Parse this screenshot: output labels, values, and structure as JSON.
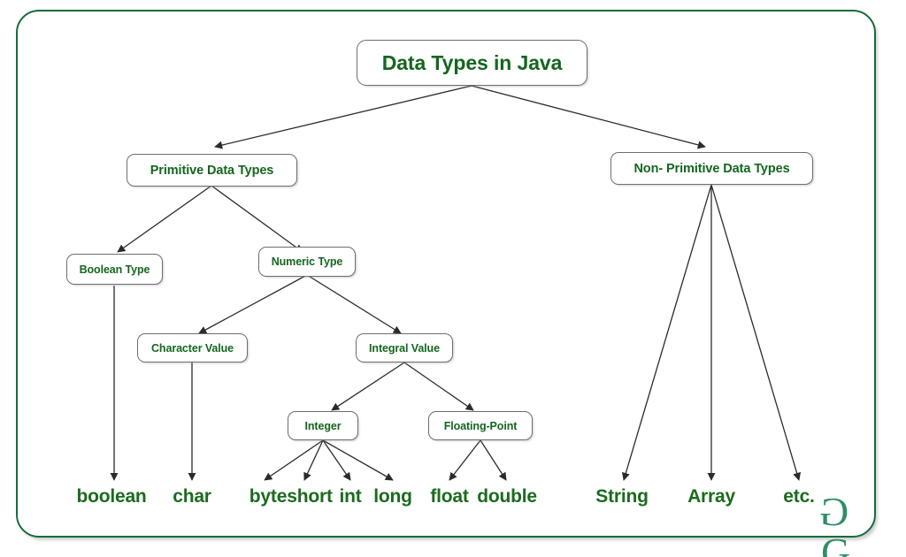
{
  "diagram": {
    "title": "Data Types in Java",
    "type": "tree",
    "colors": {
      "frame_border": "#176c3a",
      "node_border": "#6e6e6e",
      "node_text": "#14661f",
      "leaf_text": "#1a6b1d",
      "edge": "#2b2b2b",
      "logo": "#2f8f63",
      "background": "#ffffff"
    },
    "nodes": {
      "root": "Data Types in Java",
      "primitive": "Primitive Data Types",
      "non_primitive": "Non- Primitive Data Types",
      "boolean_type": "Boolean Type",
      "numeric_type": "Numeric Type",
      "character_value": "Character Value",
      "integral_value": "Integral Value",
      "integer": "Integer",
      "floating_point": "Floating-Point"
    },
    "leaves": {
      "boolean": "boolean",
      "char": "char",
      "byte": "byte",
      "short": "short",
      "int": "int",
      "long": "long",
      "float": "float",
      "double": "double",
      "string": "String",
      "array": "Array",
      "etc": "etc."
    },
    "logo": {
      "left_glyph": "G",
      "right_glyph": "G",
      "name": "geeksforgeeks-logo"
    },
    "hierarchy": [
      {
        "label": "Data Types in Java",
        "children": [
          {
            "label": "Primitive Data Types",
            "children": [
              {
                "label": "Boolean Type",
                "children": [
                  {
                    "label": "boolean"
                  }
                ]
              },
              {
                "label": "Numeric Type",
                "children": [
                  {
                    "label": "Character Value",
                    "children": [
                      {
                        "label": "char"
                      }
                    ]
                  },
                  {
                    "label": "Integral Value",
                    "children": [
                      {
                        "label": "Integer",
                        "children": [
                          {
                            "label": "byte"
                          },
                          {
                            "label": "short"
                          },
                          {
                            "label": "int"
                          },
                          {
                            "label": "long"
                          }
                        ]
                      },
                      {
                        "label": "Floating-Point",
                        "children": [
                          {
                            "label": "float"
                          },
                          {
                            "label": "double"
                          }
                        ]
                      }
                    ]
                  }
                ]
              }
            ]
          },
          {
            "label": "Non- Primitive Data Types",
            "children": [
              {
                "label": "String"
              },
              {
                "label": "Array"
              },
              {
                "label": "etc."
              }
            ]
          }
        ]
      }
    ]
  }
}
